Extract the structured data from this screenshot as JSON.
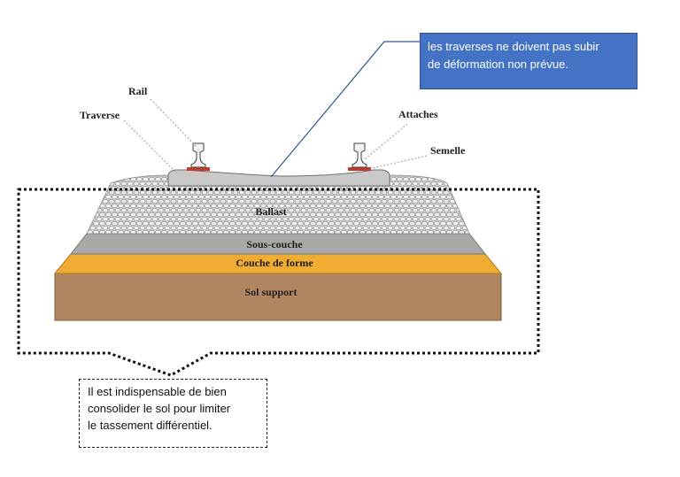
{
  "labels": {
    "rail": "Rail",
    "traverse": "Traverse",
    "attaches": "Attaches",
    "semelle": "Semelle",
    "ballast": "Ballast",
    "sous_couche": "Sous-couche",
    "couche_de_forme": "Couche de forme",
    "sol_support": "Sol support"
  },
  "callout": {
    "line1": "les traverses ne doivent pas subir",
    "line2": "de déformation non prévue."
  },
  "note": {
    "line1": "Il est indispensable de bien",
    "line2": "consolider le sol pour limiter",
    "line3": "le tassement différentiel."
  },
  "colors": {
    "callout_fill": "#4472c4",
    "sol_support": "#b08561",
    "couche_de_forme": "#f0ac33",
    "sous_couche": "#a9a9a9",
    "ballast": "#d2d2d2",
    "semelle": "#c0392b"
  }
}
